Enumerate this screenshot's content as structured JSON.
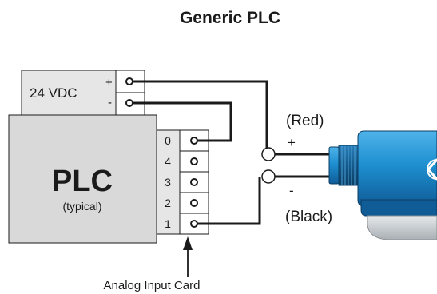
{
  "title": "Generic PLC",
  "power_supply": {
    "label": "24 VDC",
    "plus_sign": "+",
    "minus_sign": "-"
  },
  "plc": {
    "name": "PLC",
    "subtitle": "(typical)"
  },
  "input_card": {
    "terminal_labels": [
      "0",
      "4",
      "3",
      "2",
      "1"
    ],
    "caption": "Analog Input Card"
  },
  "sensor_wires": {
    "red_label": "(Red)",
    "red_sign": "+",
    "black_sign": "-",
    "black_label": "(Black)"
  },
  "colors": {
    "outline": "#1a1a1a",
    "box_fill": "#e6e6e6",
    "plc_fill": "#d9d9d9",
    "sensor_blue": "#1e8fd0",
    "sensor_dark_blue": "#0f5c97",
    "sensor_cap": "#cfd3d6"
  }
}
